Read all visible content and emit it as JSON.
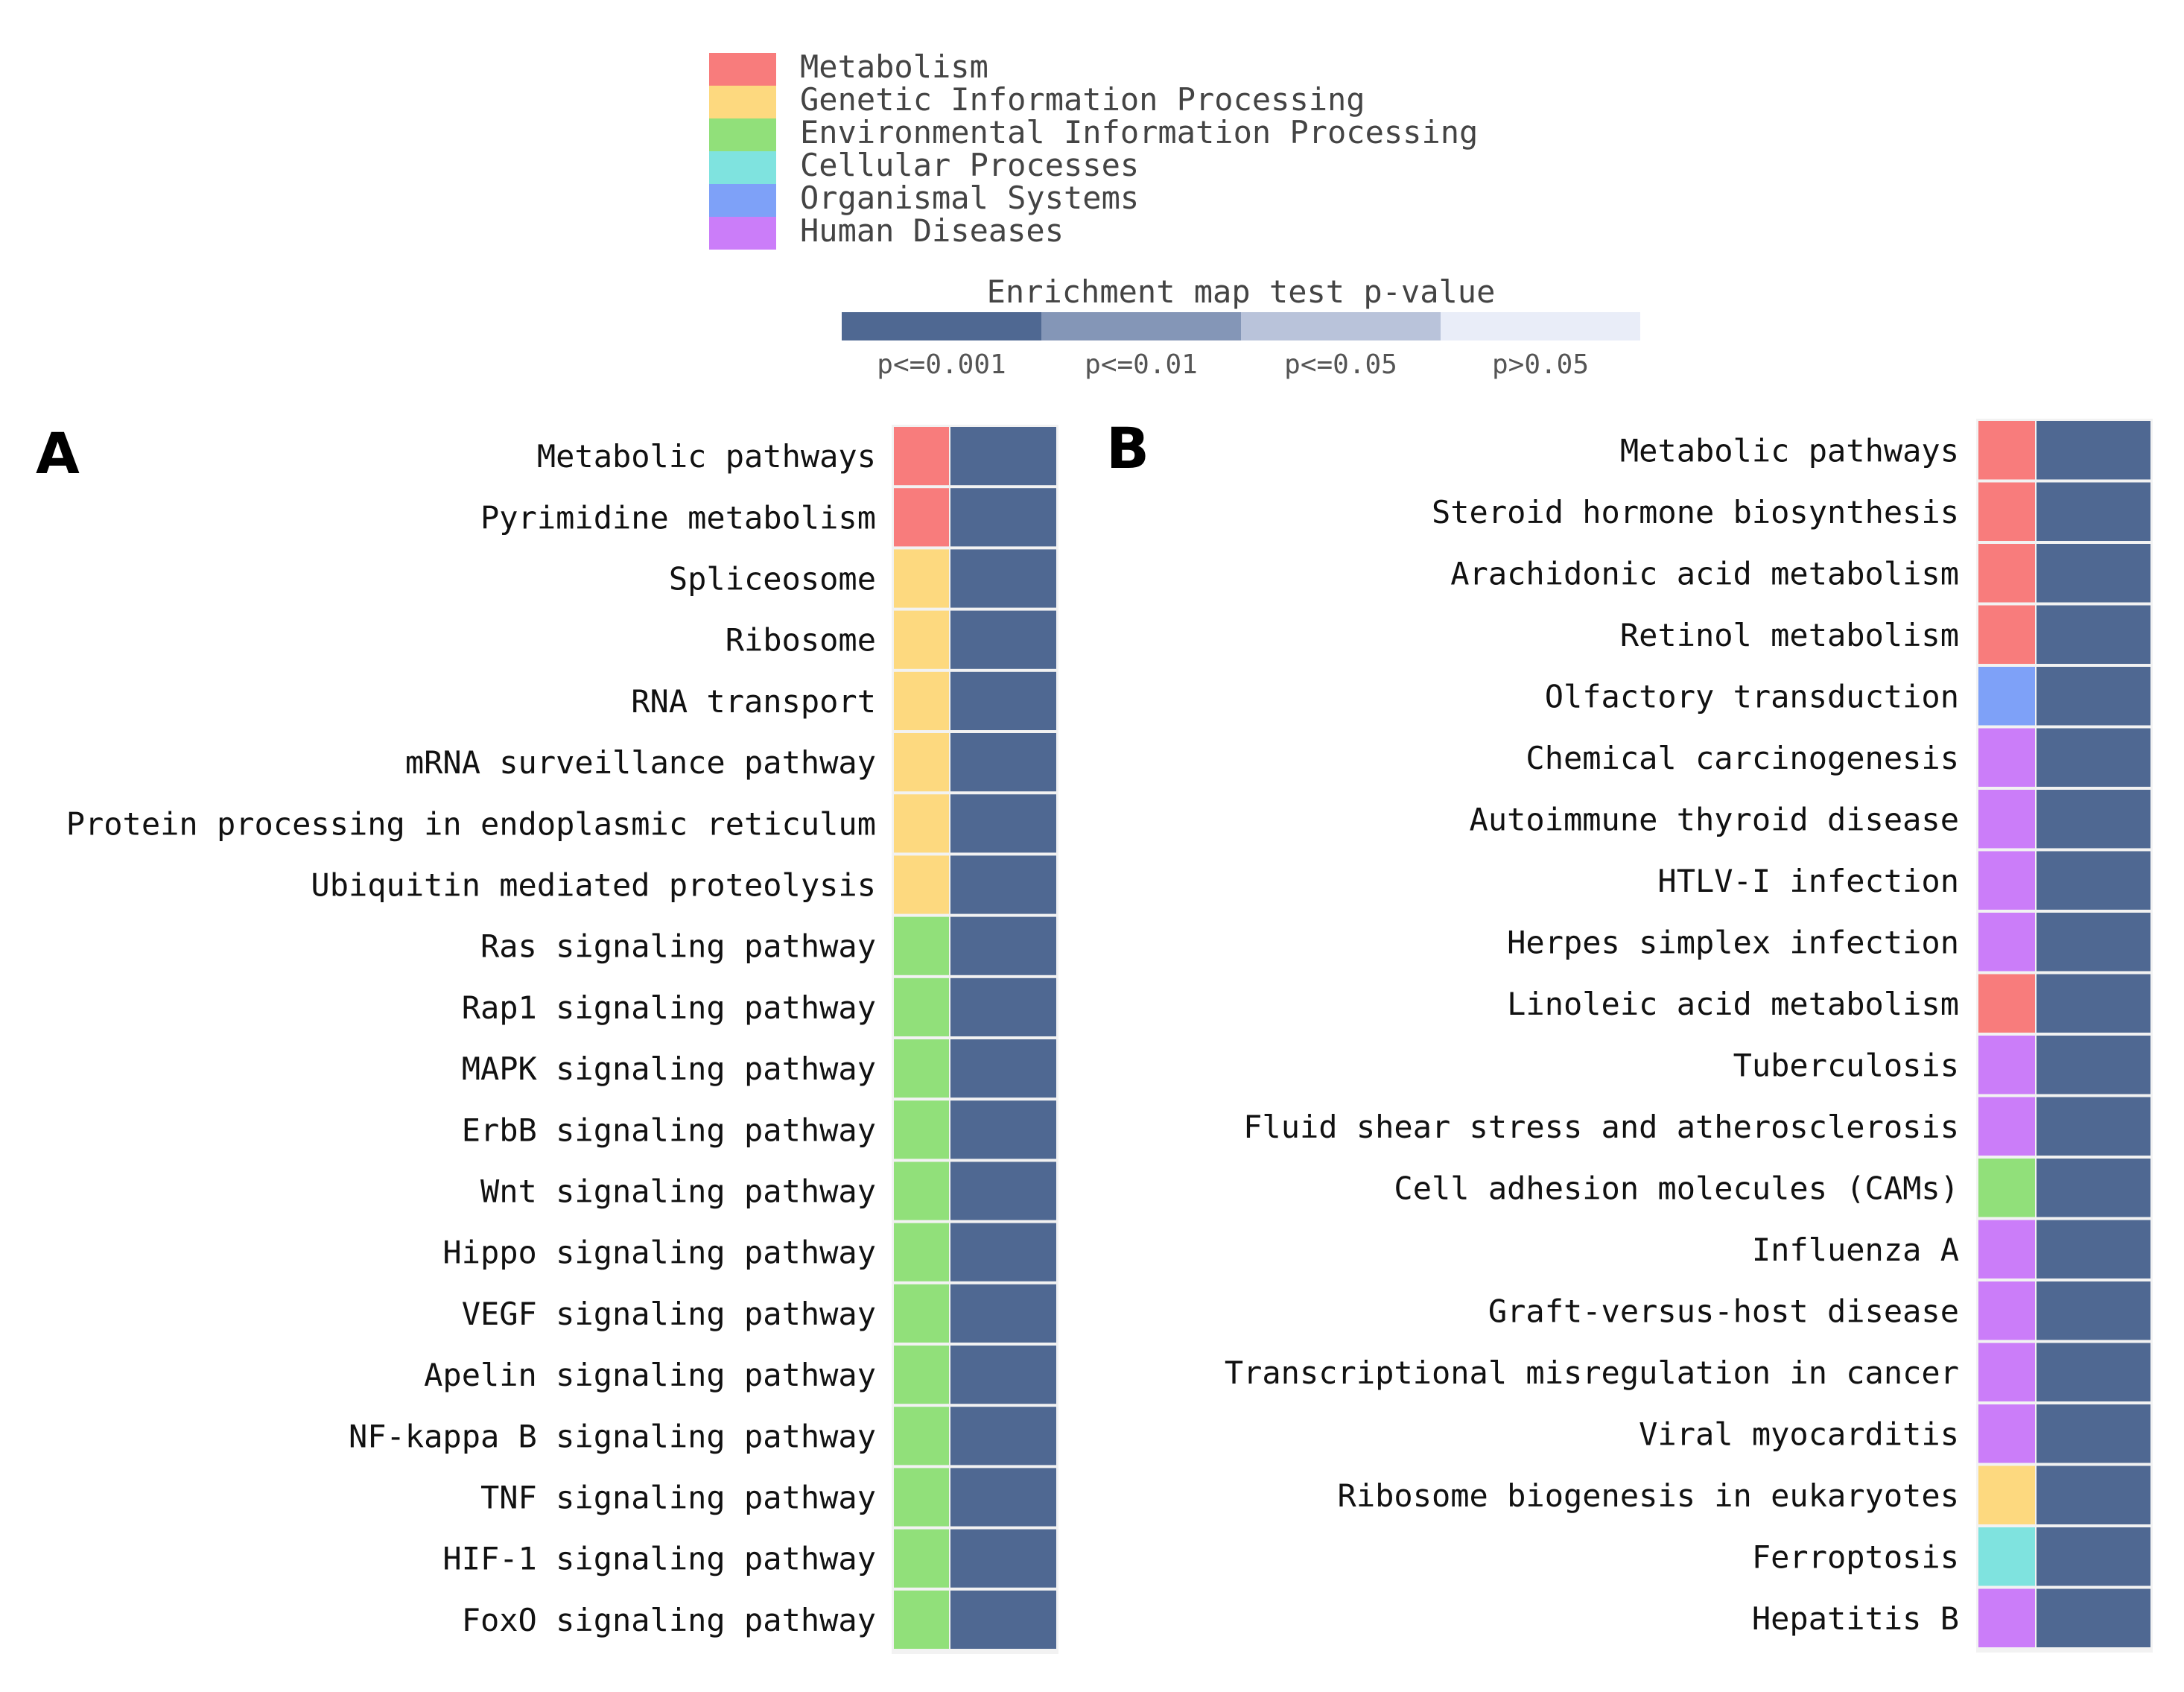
{
  "chart_data": {
    "type": "heatmap",
    "category_legend": [
      {
        "name": "Metabolism",
        "color": "#F87C7C"
      },
      {
        "name": "Genetic Information Processing",
        "color": "#FDD97F"
      },
      {
        "name": "Environmental Information Processing",
        "color": "#91E07A"
      },
      {
        "name": "Cellular Processes",
        "color": "#7FE3DF"
      },
      {
        "name": "Organismal Systems",
        "color": "#7EA1F8"
      },
      {
        "name": "Human Diseases",
        "color": "#CB7DF9"
      }
    ],
    "pvalue_legend": {
      "title": "Enrichment map test p-value",
      "bins": [
        {
          "label": "p<=0.001",
          "color": "#4F6892"
        },
        {
          "label": "p<=0.01",
          "color": "#8496B7"
        },
        {
          "label": "p<=0.05",
          "color": "#B9C3DA"
        },
        {
          "label": "p>0.05",
          "color": "#E9EDF8"
        }
      ]
    },
    "panels": [
      {
        "label": "A",
        "rows": [
          {
            "pathway": "Metabolic pathways",
            "category": "Metabolism",
            "pvalue_bin": "p<=0.001"
          },
          {
            "pathway": "Pyrimidine metabolism",
            "category": "Metabolism",
            "pvalue_bin": "p<=0.001"
          },
          {
            "pathway": "Spliceosome",
            "category": "Genetic Information Processing",
            "pvalue_bin": "p<=0.001"
          },
          {
            "pathway": "Ribosome",
            "category": "Genetic Information Processing",
            "pvalue_bin": "p<=0.001"
          },
          {
            "pathway": "RNA transport",
            "category": "Genetic Information Processing",
            "pvalue_bin": "p<=0.001"
          },
          {
            "pathway": "mRNA surveillance pathway",
            "category": "Genetic Information Processing",
            "pvalue_bin": "p<=0.001"
          },
          {
            "pathway": "Protein processing in endoplasmic reticulum",
            "category": "Genetic Information Processing",
            "pvalue_bin": "p<=0.001"
          },
          {
            "pathway": "Ubiquitin mediated proteolysis",
            "category": "Genetic Information Processing",
            "pvalue_bin": "p<=0.001"
          },
          {
            "pathway": "Ras signaling pathway",
            "category": "Environmental Information Processing",
            "pvalue_bin": "p<=0.001"
          },
          {
            "pathway": "Rap1 signaling pathway",
            "category": "Environmental Information Processing",
            "pvalue_bin": "p<=0.001"
          },
          {
            "pathway": "MAPK signaling pathway",
            "category": "Environmental Information Processing",
            "pvalue_bin": "p<=0.001"
          },
          {
            "pathway": "ErbB signaling pathway",
            "category": "Environmental Information Processing",
            "pvalue_bin": "p<=0.001"
          },
          {
            "pathway": "Wnt signaling pathway",
            "category": "Environmental Information Processing",
            "pvalue_bin": "p<=0.001"
          },
          {
            "pathway": "Hippo signaling pathway",
            "category": "Environmental Information Processing",
            "pvalue_bin": "p<=0.001"
          },
          {
            "pathway": "VEGF signaling pathway",
            "category": "Environmental Information Processing",
            "pvalue_bin": "p<=0.001"
          },
          {
            "pathway": "Apelin signaling pathway",
            "category": "Environmental Information Processing",
            "pvalue_bin": "p<=0.001"
          },
          {
            "pathway": "NF-kappa B signaling pathway",
            "category": "Environmental Information Processing",
            "pvalue_bin": "p<=0.001"
          },
          {
            "pathway": "TNF signaling pathway",
            "category": "Environmental Information Processing",
            "pvalue_bin": "p<=0.001"
          },
          {
            "pathway": "HIF-1 signaling pathway",
            "category": "Environmental Information Processing",
            "pvalue_bin": "p<=0.001"
          },
          {
            "pathway": "FoxO signaling pathway",
            "category": "Environmental Information Processing",
            "pvalue_bin": "p<=0.001"
          }
        ]
      },
      {
        "label": "B",
        "rows": [
          {
            "pathway": "Metabolic pathways",
            "category": "Metabolism",
            "pvalue_bin": "p<=0.001"
          },
          {
            "pathway": "Steroid hormone biosynthesis",
            "category": "Metabolism",
            "pvalue_bin": "p<=0.001"
          },
          {
            "pathway": "Arachidonic acid metabolism",
            "category": "Metabolism",
            "pvalue_bin": "p<=0.001"
          },
          {
            "pathway": "Retinol metabolism",
            "category": "Metabolism",
            "pvalue_bin": "p<=0.001"
          },
          {
            "pathway": "Olfactory transduction",
            "category": "Organismal Systems",
            "pvalue_bin": "p<=0.001"
          },
          {
            "pathway": "Chemical carcinogenesis",
            "category": "Human Diseases",
            "pvalue_bin": "p<=0.001"
          },
          {
            "pathway": "Autoimmune thyroid disease",
            "category": "Human Diseases",
            "pvalue_bin": "p<=0.001"
          },
          {
            "pathway": "HTLV-I infection",
            "category": "Human Diseases",
            "pvalue_bin": "p<=0.001"
          },
          {
            "pathway": "Herpes simplex infection",
            "category": "Human Diseases",
            "pvalue_bin": "p<=0.001"
          },
          {
            "pathway": "Linoleic acid metabolism",
            "category": "Metabolism",
            "pvalue_bin": "p<=0.001"
          },
          {
            "pathway": "Tuberculosis",
            "category": "Human Diseases",
            "pvalue_bin": "p<=0.001"
          },
          {
            "pathway": "Fluid shear stress and atherosclerosis",
            "category": "Human Diseases",
            "pvalue_bin": "p<=0.001"
          },
          {
            "pathway": "Cell adhesion molecules (CAMs)",
            "category": "Environmental Information Processing",
            "pvalue_bin": "p<=0.001"
          },
          {
            "pathway": "Influenza A",
            "category": "Human Diseases",
            "pvalue_bin": "p<=0.001"
          },
          {
            "pathway": "Graft-versus-host disease",
            "category": "Human Diseases",
            "pvalue_bin": "p<=0.001"
          },
          {
            "pathway": "Transcriptional misregulation in cancer",
            "category": "Human Diseases",
            "pvalue_bin": "p<=0.001"
          },
          {
            "pathway": "Viral myocarditis",
            "category": "Human Diseases",
            "pvalue_bin": "p<=0.001"
          },
          {
            "pathway": "Ribosome biogenesis in eukaryotes",
            "category": "Genetic Information Processing",
            "pvalue_bin": "p<=0.001"
          },
          {
            "pathway": "Ferroptosis",
            "category": "Cellular Processes",
            "pvalue_bin": "p<=0.001"
          },
          {
            "pathway": "Hepatitis B",
            "category": "Human Diseases",
            "pvalue_bin": "p<=0.001"
          }
        ]
      }
    ]
  }
}
